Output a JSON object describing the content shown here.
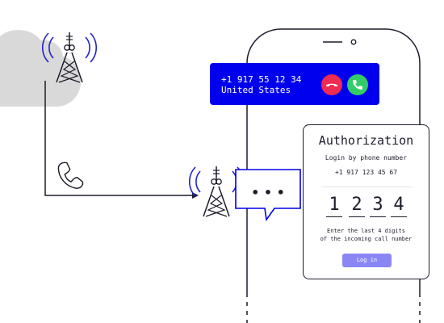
{
  "colors": {
    "accent": "#0000ee",
    "decline": "#ee2b52",
    "accept": "#33cc66",
    "cloud": "#d9d9d9",
    "radio_waves": "#2222cc",
    "login_button": "#8a87f5",
    "line": "#1d1d2b"
  },
  "icons": [
    "cell-tower-icon",
    "phone-handset-icon",
    "message-bubble-icon",
    "decline-call-icon",
    "accept-call-icon",
    "cloud-icon"
  ],
  "incoming_call": {
    "number": "+1 917 55 12 34",
    "country": "United States"
  },
  "message_bubble": {
    "text": "• • •"
  },
  "auth": {
    "title": "Authorization",
    "subtitle": "Login by phone number",
    "phone": "+1 917 123 45 67",
    "digits": [
      "1",
      "2",
      "3",
      "4"
    ],
    "hint_line1": "Enter the last 4 digits",
    "hint_line2": "of the incoming call number",
    "login_label": "Log in"
  }
}
